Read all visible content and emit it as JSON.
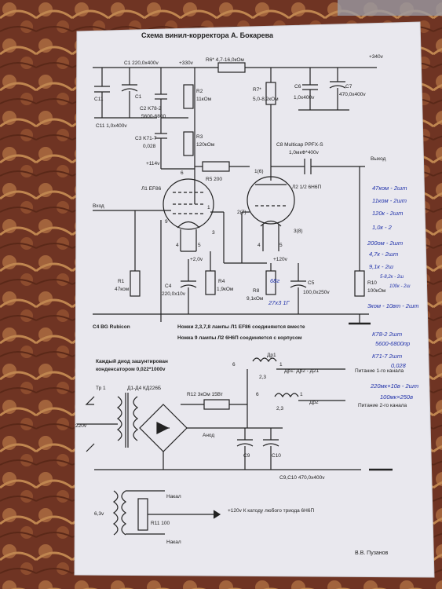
{
  "title": "Схема винил-корректора А. Бокарева",
  "labels": {
    "v330": "+330v",
    "v340": "+340v",
    "r6": "R6* 4,7-16,0кОм",
    "c1": "C1 220,0x400v",
    "c11": "C11",
    "c1b": "C1",
    "c11_full": "C11 1,0x400v",
    "r2": "R2",
    "r2v": "11кОм",
    "c2": "C2 K78-2",
    "c2v": "5600-6800",
    "c3": "C3 K71-7",
    "c3v": "0,028",
    "r3": "R3",
    "r3v": "120кОм",
    "v114": "+114v",
    "r5": "R5 200",
    "pin6": "6",
    "pin1_6": "1(6)",
    "l1": "Л1 EF86",
    "l2": "Л2 1/2 6Н6П",
    "vhod": "Вход",
    "vyhod": "Выход",
    "c8": "C8 Multicap PPFX-S",
    "c8v": "1,0мкФ*400v",
    "r7": "R7*",
    "r7v": "5,0-8,2кОм",
    "c6": "C6",
    "c6v": "1,0x400v",
    "c7": "C7",
    "c7v": "470,0x400v",
    "pin1": "1",
    "pin9": "9",
    "pin3": "3",
    "pin2_7": "2(7)",
    "pin3_8": "3(8)",
    "pin4a": "4",
    "pin5a": "5",
    "pin4b": "4",
    "pin5b": "5",
    "v2": "+2,0v",
    "v120": "+120v",
    "r1": "R1",
    "r1v": "47ком",
    "c4": "C4",
    "c4v": "220,0x10v",
    "r4": "R4",
    "r4v": "1,9кОм",
    "r8": "R8",
    "r8v": "9,1кОм",
    "c5": "C5",
    "c5v": "100,0x250v",
    "r10": "R10",
    "r10v": "100кОм",
    "c4bg": "C4 BG Rubicon",
    "note1": "Ножки 2,3,7,8 лампы Л1 EF86 соединяются вместе",
    "note2": "Ножка 9 лампы Л2 6Н6П соединяется с корпусом",
    "diode_note1": "Каждый диод зашунтирован",
    "diode_note2": "конденсатором 0,022*1000v",
    "tr1": "Тр 1",
    "d1d4": "Д1-Д4  КД226Б",
    "v220": "220v",
    "r12": "R12 3кОм 15Вт",
    "dr1": "Др1",
    "dr1dr2": "Др1: Др2 - Д21",
    "p6a": "6",
    "p1a": "1",
    "p23a": "2,3",
    "p6b": "6",
    "p1b": "1",
    "p23b": "2,3",
    "pit1": "Питание 1-го канала",
    "pit2": "Питание 2-го канала",
    "dr2": "Др2",
    "anod": "Анод",
    "c9": "C9",
    "c10": "C10",
    "c9c10": "C9,C10 470,0x400v",
    "nakal1": "Накал",
    "nakal2": "Накал",
    "v63": "6,3v",
    "r11": "R11 100",
    "v120k": "+120v К катоду любого триода 6Н6П",
    "author": "В.В. Пузанов"
  },
  "handwritten": {
    "h1": "47ком - 2шт",
    "h2": "11ком - 2шт",
    "h3": "120к - 2шт",
    "h4": "1,0к - 2",
    "h5": "200ом - 2шт",
    "h6": "4,7к - 2шт",
    "h7": "9,1к - 2ш",
    "h8": "5-8,2к - 2ш",
    "h9": "100к - 2ш",
    "h10": "3ком - 10вт - 2шт",
    "h11": "68г",
    "h12": "27х3 1Г",
    "h13": "К78-2  2шт",
    "h14": "5600-6800пр",
    "h15": "К71-7  2шт",
    "h16": "0,028",
    "h17": "220мк×10в - 2шт",
    "h18": "100мк×250в"
  },
  "colors": {
    "paper": "#e9e8ee",
    "ink": "#222222",
    "pen": "#2233aa",
    "background": "#7a3b2a"
  }
}
